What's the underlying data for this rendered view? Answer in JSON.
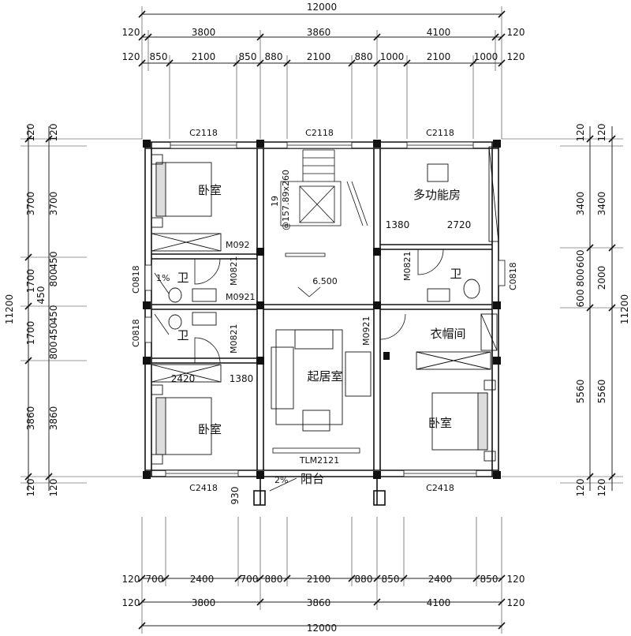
{
  "dims": {
    "top_total": "12000",
    "top_row1": [
      "120",
      "3800",
      "3860",
      "4100",
      "120"
    ],
    "top_row2": [
      "120",
      "850",
      "2100",
      "850",
      "880",
      "2100",
      "880",
      "1000",
      "2100",
      "1000",
      "120"
    ],
    "bottom_row1": [
      "120",
      "700",
      "2400",
      "700",
      "880",
      "2100",
      "880",
      "850",
      "2400",
      "850",
      "120"
    ],
    "bottom_row2": [
      "120",
      "3800",
      "3860",
      "4100",
      "120"
    ],
    "bottom_total": "12000",
    "left_total": "11200",
    "left_outer": [
      "120",
      "3700",
      "1700",
      "1700",
      "3860",
      "120"
    ],
    "left_inner": [
      "120",
      "3700",
      "800",
      "450",
      "450",
      "800",
      "450",
      "450",
      "3860",
      "120"
    ],
    "right_total": "11200",
    "right_outer": [
      "120",
      "3400",
      "2000",
      "5560",
      "120"
    ],
    "right_inner": [
      "120",
      "3400",
      "600",
      "800",
      "600",
      "5560",
      "120"
    ],
    "misc_930": "930",
    "misc_2420": "2420",
    "misc_1380_a": "1380",
    "misc_1380_b": "1380",
    "misc_2720": "2720"
  },
  "labels": {
    "win_top_1": "C2118",
    "win_top_2": "C2118",
    "win_top_3": "C2118",
    "win_bot_1": "C2418",
    "win_bot_2": "C2418",
    "door_m092": "M092",
    "door_m0821_a": "M0821",
    "door_m0921_a": "M0921",
    "door_m0821_b": "M0821",
    "door_m0921_b": "M0921",
    "door_m0821_c": "M0821",
    "win_c0818_a": "C0818",
    "win_c0818_b": "C0818",
    "win_c0818_c": "C0818",
    "slider": "TLM2121",
    "elevation": "6.500",
    "slope_a": "1%",
    "slope_b": "2%",
    "stair_note_a": "19",
    "stair_note_b": "@157.89x260"
  },
  "rooms": {
    "bedroom_tl": "卧室",
    "multi_room": "多功能房",
    "bath_1": "卫",
    "bath_2": "卫",
    "bath_3": "卫",
    "cloakroom": "衣帽间",
    "living": "起居室",
    "bedroom_bl": "卧室",
    "bedroom_br": "卧室",
    "balcony": "阳台"
  }
}
